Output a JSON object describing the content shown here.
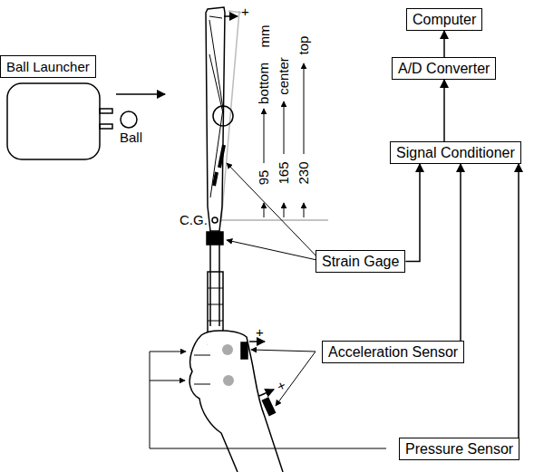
{
  "diagram": {
    "nodes": [
      {
        "text": [
          "Ball Launcher"
        ]
      },
      {
        "text": [
          "Computer"
        ]
      },
      {
        "text": [
          "A/D Converter"
        ]
      },
      {
        "text": [
          "Signal Conditioner"
        ]
      },
      {
        "text": [
          "Strain Gage"
        ]
      },
      {
        "text": [
          "Acceleration Sensor"
        ]
      },
      {
        "text": [
          "Pressure Sensor"
        ]
      }
    ],
    "edges": [
      {
        "from": 2,
        "to": 1,
        "arrow": "to"
      },
      {
        "from": 3,
        "to": 2,
        "arrow": "to"
      },
      {
        "from": 4,
        "to": 3,
        "arrow": "to"
      },
      {
        "from": 5,
        "to": 3,
        "arrow": "to"
      },
      {
        "from": 6,
        "to": 3,
        "arrow": "to"
      }
    ],
    "labels": [
      "Ball",
      "+",
      "mm",
      "95",
      "165",
      "230",
      "bottom",
      "center",
      "top",
      "C.G.",
      "+",
      "+"
    ]
  }
}
